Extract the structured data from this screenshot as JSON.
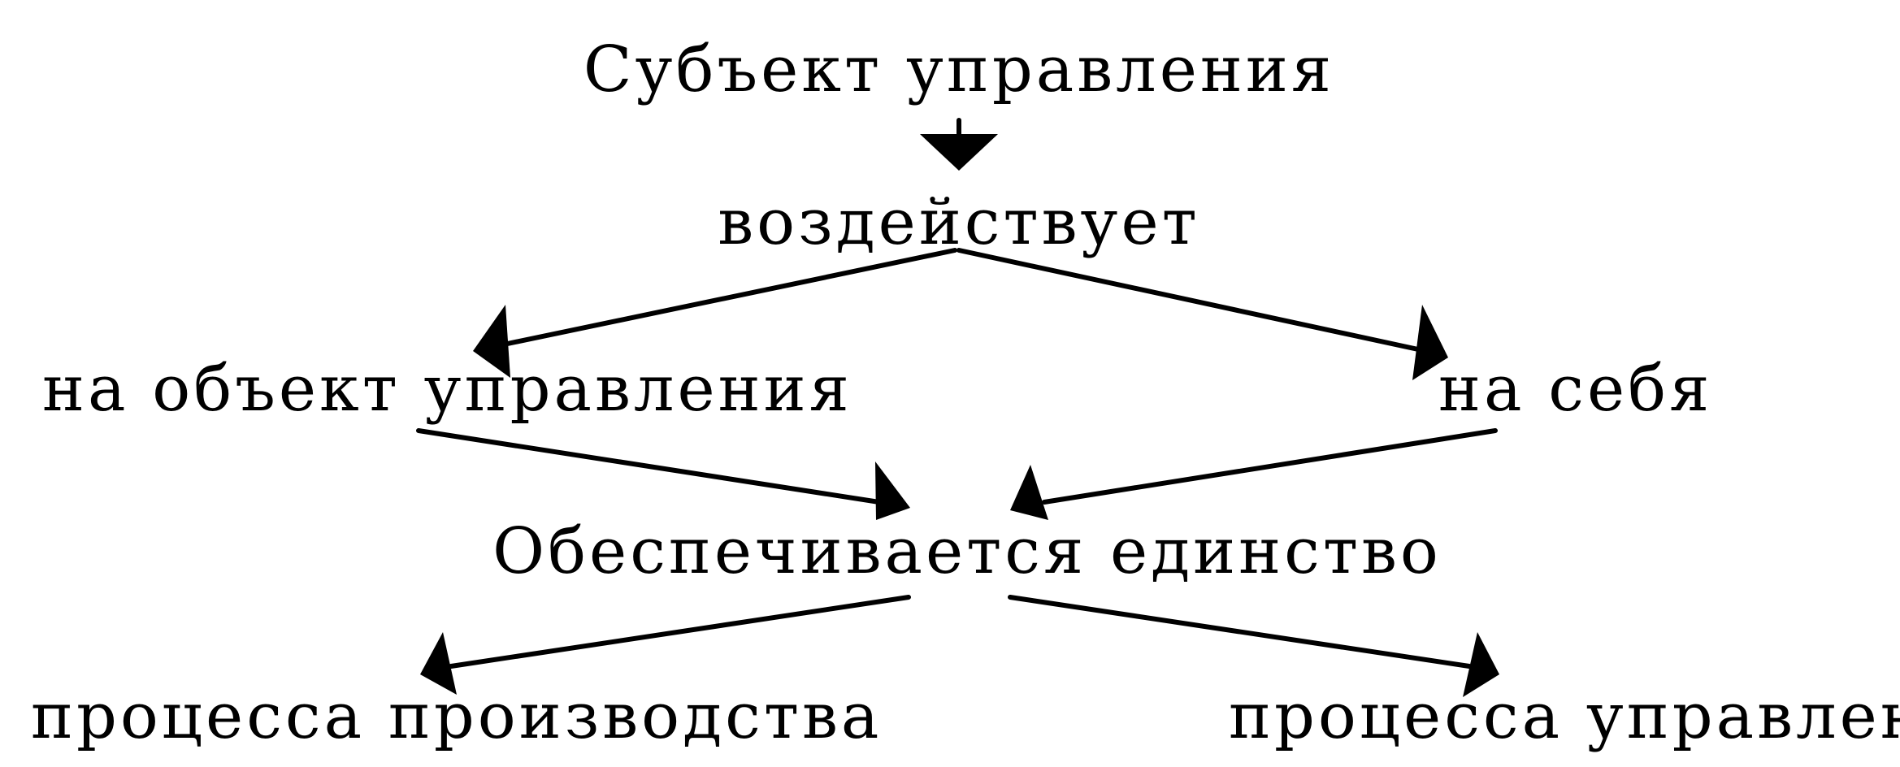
{
  "diagram": {
    "nodes": {
      "subject": "Субъект управления",
      "acts": "воздействует",
      "on_object": "на объект управления",
      "on_self": "на себя",
      "unity": "Обеспечивается единство",
      "production": "процесса производства",
      "management": "процесса управления"
    },
    "edges": [
      {
        "from": "subject",
        "to": "acts"
      },
      {
        "from": "acts",
        "to": "on_object"
      },
      {
        "from": "acts",
        "to": "on_self"
      },
      {
        "from": "on_object",
        "to": "unity"
      },
      {
        "from": "on_self",
        "to": "unity"
      },
      {
        "from": "unity",
        "to": "production"
      },
      {
        "from": "unity",
        "to": "management"
      }
    ]
  }
}
